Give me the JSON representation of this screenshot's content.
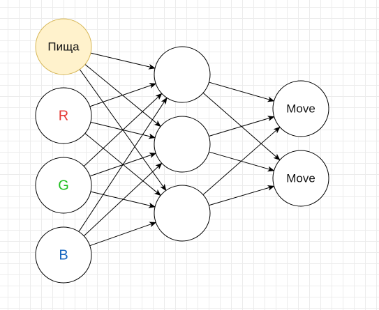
{
  "input_nodes": [
    {
      "label": "Пища",
      "label_color": "#111111",
      "fill": "#fff2cc",
      "stroke": "#d6b656"
    },
    {
      "label": "R",
      "label_color": "#e53935",
      "fill": "#ffffff",
      "stroke": "#000000"
    },
    {
      "label": "G",
      "label_color": "#1fbf1f",
      "fill": "#ffffff",
      "stroke": "#000000"
    },
    {
      "label": "B",
      "label_color": "#1565c0",
      "fill": "#ffffff",
      "stroke": "#000000"
    }
  ],
  "hidden_nodes": [
    {
      "label": ""
    },
    {
      "label": ""
    },
    {
      "label": ""
    }
  ],
  "output_nodes": [
    {
      "label": "Move"
    },
    {
      "label": "Move"
    }
  ],
  "edge_color": "#000000"
}
